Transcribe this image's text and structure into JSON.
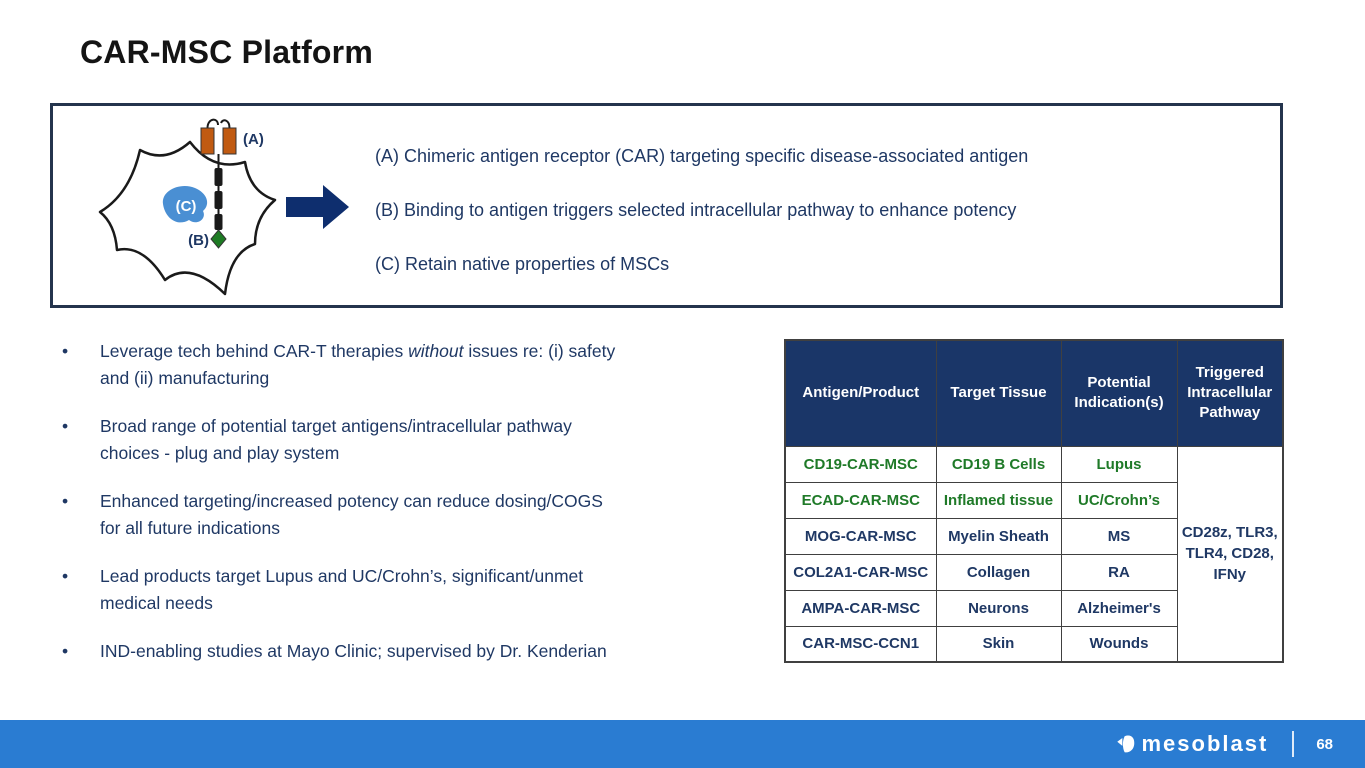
{
  "slide": {
    "title": "CAR-MSC Platform",
    "page_number": "68",
    "brand": "mesoblast"
  },
  "diagram": {
    "labels": {
      "a": "(A)",
      "b": "(B)",
      "c": "(C)"
    },
    "descriptions": [
      "(A) Chimeric antigen receptor (CAR) targeting specific disease-associated antigen",
      "(B) Binding to antigen triggers selected intracellular pathway to enhance potency",
      "(C) Retain native properties of MSCs"
    ]
  },
  "bullets": {
    "items": [
      {
        "pre": "Leverage tech behind CAR-T therapies ",
        "italic": "without",
        "post": " issues re: (i) safety",
        "line2": "and (ii) manufacturing"
      },
      {
        "line1": "Broad range of potential target antigens/intracellular pathway",
        "line2": "choices - plug and play system"
      },
      {
        "line1": "Enhanced targeting/increased potency can reduce dosing/COGS",
        "line2": "for all future indications"
      },
      {
        "line1": "Lead products target Lupus and UC/Crohn’s, significant/unmet",
        "line2": "medical needs"
      },
      {
        "line1": "IND-enabling studies at Mayo Clinic; supervised by Dr. Kenderian"
      }
    ]
  },
  "table": {
    "headers": [
      "Antigen/Product",
      "Target Tissue",
      "Potential Indication(s)",
      "Triggered Intracellular Pathway"
    ],
    "rows": [
      {
        "product": "CD19-CAR-MSC",
        "tissue": "CD19 B Cells",
        "indication": "Lupus"
      },
      {
        "product": "ECAD-CAR-MSC",
        "tissue": "Inflamed tissue",
        "indication": "UC/Crohn’s"
      },
      {
        "product": "MOG-CAR-MSC",
        "tissue": "Myelin Sheath",
        "indication": "MS"
      },
      {
        "product": "COL2A1-CAR-MSC",
        "tissue": "Collagen",
        "indication": "RA"
      },
      {
        "product": "AMPA-CAR-MSC",
        "tissue": "Neurons",
        "indication": "Alzheimer's"
      },
      {
        "product": "CAR-MSC-CCN1",
        "tissue": "Skin",
        "indication": "Wounds"
      }
    ],
    "pathway": "CD28z, TLR3, TLR4, CD28, IFNy"
  },
  "colors": {
    "navy_text": "#1F3864",
    "table_header_bg": "#1A3668",
    "green_highlight": "#1F7A28",
    "footer_bar": "#2A7CD2",
    "box_border": "#24344D",
    "receptor_orange": "#C05A11",
    "diamond_green": "#1E7B24",
    "nucleus_blue": "#4A8FD3",
    "arrow_navy": "#0E2E6E"
  }
}
